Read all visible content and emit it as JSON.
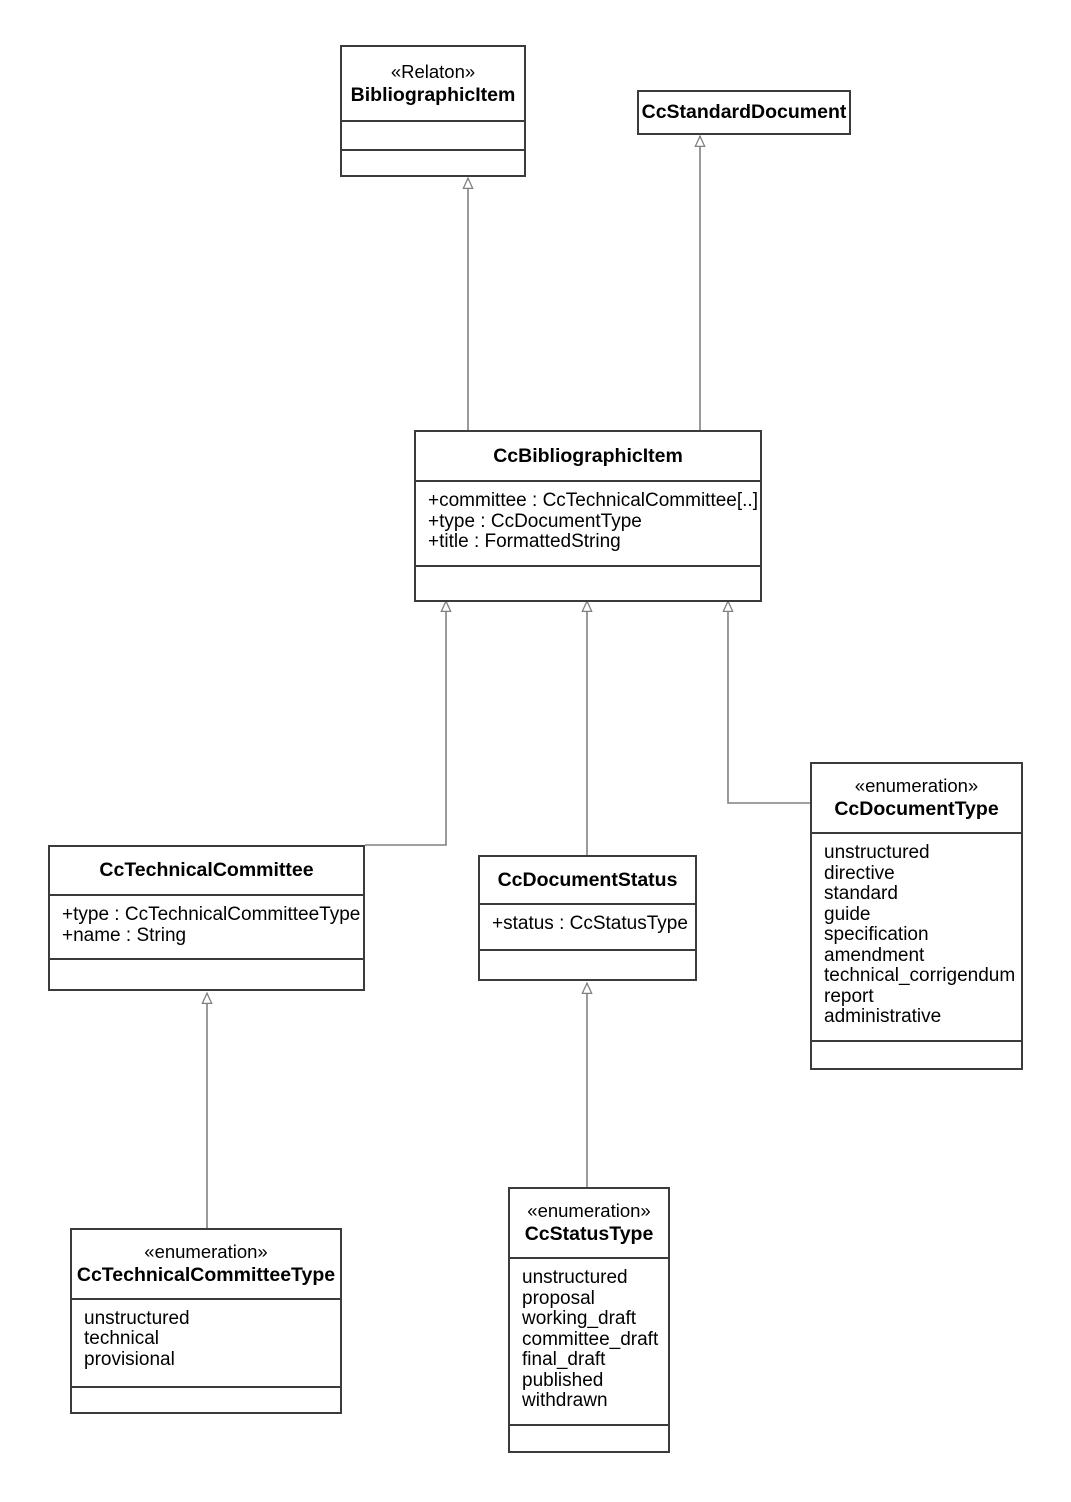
{
  "diagram": {
    "title": "CcBibliographicItem UML class diagram",
    "type": "uml-class-diagram",
    "stroke_color": "#3b3b3b",
    "edge_color": "#808080",
    "background": "#ffffff"
  },
  "classes": {
    "bibliographic_item": {
      "stereotype": "«Relaton»",
      "name": "BibliographicItem",
      "attributes": [],
      "operations": []
    },
    "cc_standard_document": {
      "stereotype": "",
      "name": "CcStandardDocument",
      "attributes": [],
      "operations": []
    },
    "cc_bibliographic_item": {
      "stereotype": "",
      "name": "CcBibliographicItem",
      "attributes": [
        "+committee : CcTechnicalCommittee[..]",
        "+type : CcDocumentType",
        "+title : FormattedString"
      ],
      "operations": []
    },
    "cc_technical_committee": {
      "stereotype": "",
      "name": "CcTechnicalCommittee",
      "attributes": [
        "+type : CcTechnicalCommitteeType",
        "+name : String"
      ],
      "operations": []
    },
    "cc_document_status": {
      "stereotype": "",
      "name": "CcDocumentStatus",
      "attributes": [
        "+status : CcStatusType"
      ],
      "operations": []
    },
    "cc_document_type": {
      "stereotype": "«enumeration»",
      "name": "CcDocumentType",
      "literals": [
        "unstructured",
        "directive",
        "standard",
        "guide",
        "specification",
        "amendment",
        "technical_corrigendum",
        "report",
        "administrative"
      ],
      "operations": []
    },
    "cc_technical_committee_type": {
      "stereotype": "«enumeration»",
      "name": "CcTechnicalCommitteeType",
      "literals": [
        "unstructured",
        "technical",
        "provisional"
      ],
      "operations": []
    },
    "cc_status_type": {
      "stereotype": "«enumeration»",
      "name": "CcStatusType",
      "literals": [
        "unstructured",
        "proposal",
        "working_draft",
        "committee_draft",
        "final_draft",
        "published",
        "withdrawn"
      ],
      "operations": []
    }
  },
  "relationships": [
    {
      "kind": "generalization",
      "from": "CcBibliographicItem",
      "to": "BibliographicItem"
    },
    {
      "kind": "generalization",
      "from": "CcBibliographicItem",
      "to": "CcStandardDocument"
    },
    {
      "kind": "generalization",
      "from": "CcTechnicalCommittee",
      "to": "CcBibliographicItem"
    },
    {
      "kind": "generalization",
      "from": "CcDocumentStatus",
      "to": "CcBibliographicItem"
    },
    {
      "kind": "generalization",
      "from": "CcDocumentType",
      "to": "CcBibliographicItem"
    },
    {
      "kind": "generalization",
      "from": "CcTechnicalCommitteeType",
      "to": "CcTechnicalCommittee"
    },
    {
      "kind": "generalization",
      "from": "CcStatusType",
      "to": "CcDocumentStatus"
    }
  ]
}
